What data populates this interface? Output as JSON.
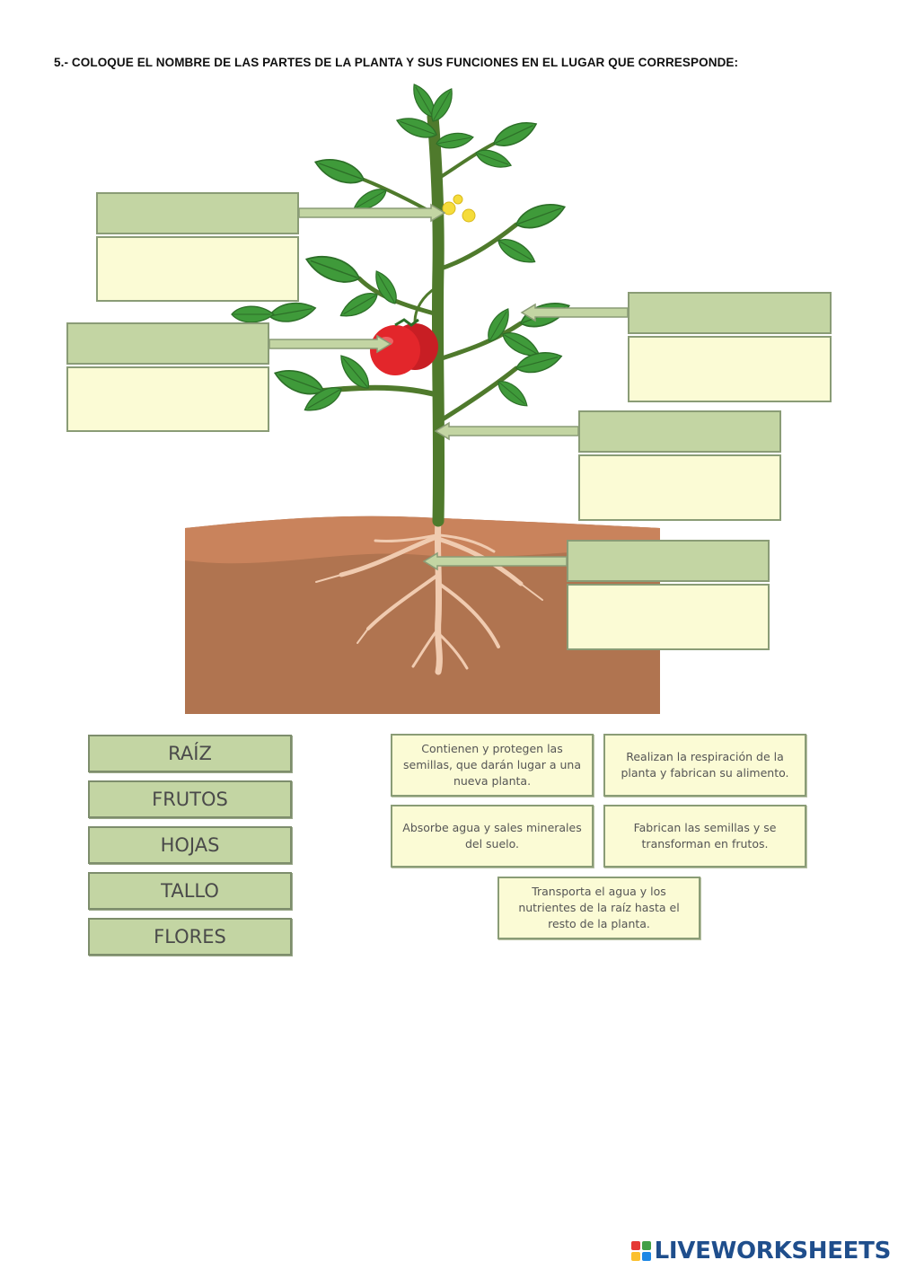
{
  "instruction": "5.- COLOQUE EL NOMBRE DE LAS PARTES DE LA PLANTA Y SUS FUNCIONES EN EL LUGAR QUE CORRESPONDE:",
  "word_bank": [
    "RAÍZ",
    "FRUTOS",
    "HOJAS",
    "TALLO",
    "FLORES"
  ],
  "functions": [
    "Contienen y protegen las semillas, que darán lugar a una nueva planta.",
    "Realizan la respiración de la planta y fabrican su alimento.",
    "Absorbe agua y sales minerales del suelo.",
    "Fabrican las semillas y se transforman en frutos.",
    "Transporta el agua y los nutrientes de la raíz hasta el resto de la planta."
  ],
  "brand": {
    "text": "LIVEWORKSHEETS",
    "colors": [
      "#e53935",
      "#43a047",
      "#fbc02d",
      "#1e88e5"
    ]
  },
  "colors": {
    "label_fill": "#c3d5a3",
    "answer_fill": "#fbfbd5",
    "stem": "#4f7a2c",
    "leaf": "#3f9a3a",
    "tomato": "#e3262b",
    "soil": "#b07450",
    "topsoil": "#c9835c",
    "root": "#f0cbb0"
  }
}
